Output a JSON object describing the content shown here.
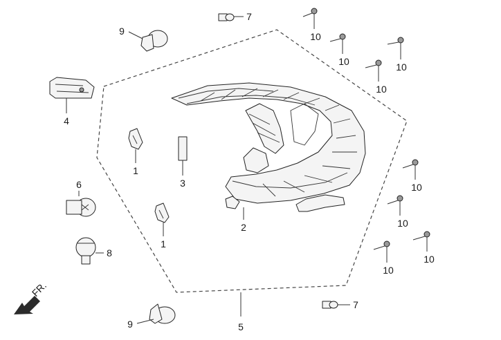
{
  "callouts": {
    "part_1a": "1",
    "part_1b": "1",
    "part_2": "2",
    "part_3": "3",
    "part_4": "4",
    "part_5": "5",
    "part_6": "6",
    "part_7a": "7",
    "part_7b": "7",
    "part_8": "8",
    "part_9a": "9",
    "part_9b": "9",
    "part_10": [
      "10",
      "10",
      "10",
      "10",
      "10",
      "10",
      "10",
      "10"
    ]
  },
  "direction": {
    "label": "FR."
  },
  "icons": {
    "front_arrow": "arrow-down-left-icon"
  }
}
